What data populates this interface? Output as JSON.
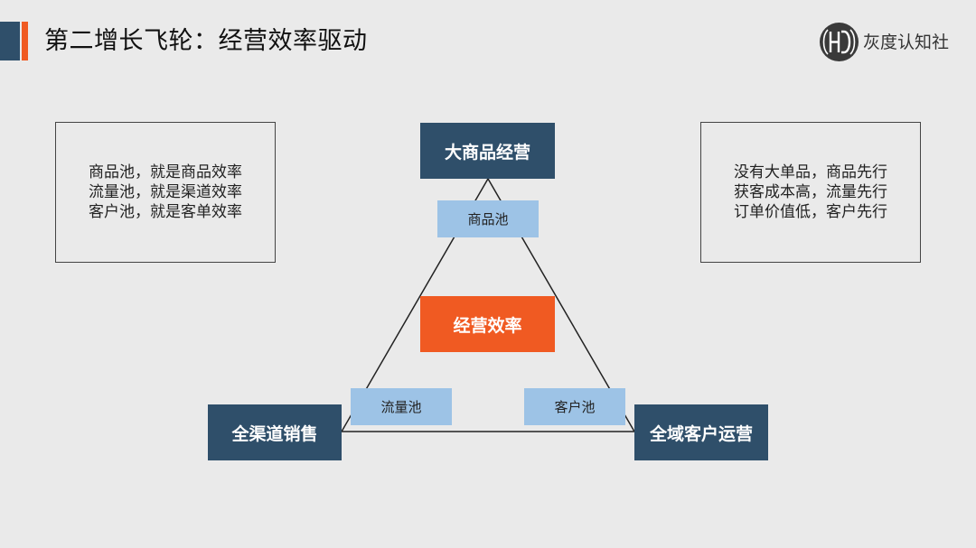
{
  "header": {
    "title": "第二增长飞轮：经营效率驱动",
    "brand": "灰度认知社",
    "accent_colors": {
      "primary": "#2f4f6a",
      "secondary": "#f05a22"
    }
  },
  "left_box": {
    "lines": [
      "商品池，就是商品效率",
      "流量池，就是渠道效率",
      "客户池，就是客单效率"
    ]
  },
  "right_box": {
    "lines": [
      "没有大单品，商品先行",
      "获客成本高，流量先行",
      "订单价值低，客户先行"
    ]
  },
  "diagram": {
    "top_node": "大商品经营",
    "left_node": "全渠道销售",
    "right_node": "全域客户运营",
    "center_node": "经营效率",
    "edge_top": "商品池",
    "edge_left": "流量池",
    "edge_right": "客户池",
    "colors": {
      "dark": "#2f4f6a",
      "orange": "#f05a22",
      "light": "#9dc3e6"
    }
  }
}
